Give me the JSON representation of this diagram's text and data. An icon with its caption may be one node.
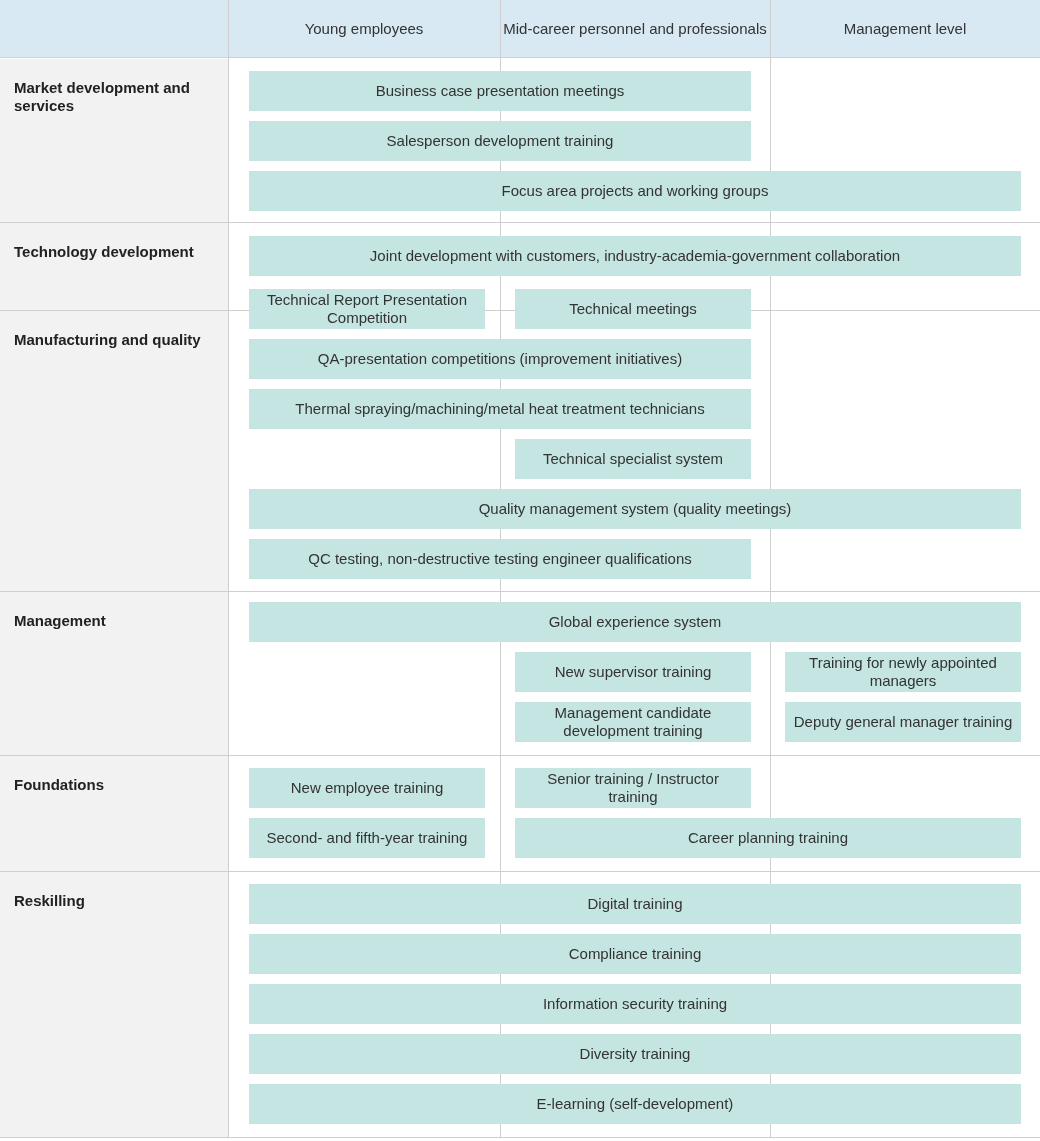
{
  "diagram": {
    "nodes": [
      {
        "text": [
          "Young employees"
        ]
      },
      {
        "text": [
          "Mid-career personnel and professionals"
        ]
      },
      {
        "text": [
          "Management level"
        ]
      },
      {
        "text": [
          "Market development and services"
        ]
      },
      {
        "text": [
          "Business case presentation meetings"
        ]
      },
      {
        "text": [
          "Salesperson development training"
        ]
      },
      {
        "text": [
          "Focus area projects and working groups"
        ]
      },
      {
        "text": [
          "Technology development"
        ]
      },
      {
        "text": [
          "Joint development with customers, industry-academia-government collaboration"
        ]
      },
      {
        "text": [
          "Technical Report Presentation Competition"
        ]
      },
      {
        "text": [
          "Technical meetings"
        ]
      },
      {
        "text": [
          "Manufacturing and quality"
        ]
      },
      {
        "text": [
          "QA-presentation competitions (improvement initiatives)"
        ]
      },
      {
        "text": [
          "Thermal spraying/machining/metal heat treatment technicians"
        ]
      },
      {
        "text": [
          "Technical specialist system"
        ]
      },
      {
        "text": [
          "Quality management system (quality meetings)"
        ]
      },
      {
        "text": [
          "QC testing, non-destructive testing engineer qualifications"
        ]
      },
      {
        "text": [
          "Management"
        ]
      },
      {
        "text": [
          "Global experience system"
        ]
      },
      {
        "text": [
          "New supervisor training"
        ]
      },
      {
        "text": [
          "Training for newly appointed managers"
        ]
      },
      {
        "text": [
          "Management candidate development training"
        ]
      },
      {
        "text": [
          "Deputy general manager training"
        ]
      },
      {
        "text": [
          "Foundations"
        ]
      },
      {
        "text": [
          "New employee training"
        ]
      },
      {
        "text": [
          "Senior training / Instructor training"
        ]
      },
      {
        "text": [
          "Second- and fifth-year training"
        ]
      },
      {
        "text": [
          "Career planning training"
        ]
      },
      {
        "text": [
          "Reskilling"
        ]
      },
      {
        "text": [
          "Digital training"
        ]
      },
      {
        "text": [
          "Compliance training"
        ]
      },
      {
        "text": [
          "Information security training"
        ]
      },
      {
        "text": [
          "Diversity training"
        ]
      },
      {
        "text": [
          "E-learning (self-development)"
        ]
      }
    ]
  }
}
